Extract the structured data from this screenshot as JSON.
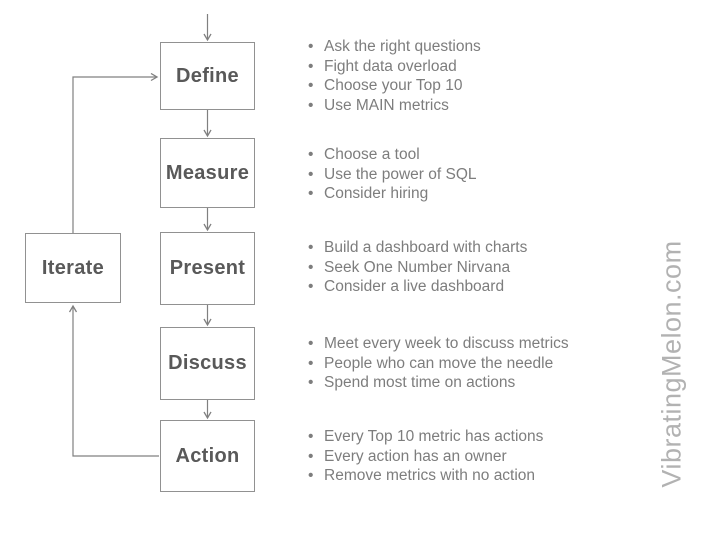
{
  "watermark": "VibratingMelon.com",
  "colors": {
    "background": "#ffffff",
    "box_border": "#919191",
    "box_label": "#595959",
    "bullet_text": "#7d7d7d",
    "connector": "#808080",
    "watermark": "#b2b2b2"
  },
  "iterate": {
    "label": "Iterate"
  },
  "steps": [
    {
      "label": "Define",
      "bullets": [
        "Ask the right questions",
        "Fight data overload",
        "Choose your Top 10",
        "Use MAIN metrics"
      ]
    },
    {
      "label": "Measure",
      "bullets": [
        "Choose a tool",
        "Use the power of SQL",
        "Consider hiring"
      ]
    },
    {
      "label": "Present",
      "bullets": [
        "Build a dashboard with charts",
        "Seek One Number Nirvana",
        "Consider a live dashboard"
      ]
    },
    {
      "label": "Discuss",
      "bullets": [
        "Meet every week to discuss metrics",
        "People who can move the needle",
        "Spend most time on actions"
      ]
    },
    {
      "label": "Action",
      "bullets": [
        "Every Top 10 metric has actions",
        "Every action has an owner",
        "Remove metrics with no action"
      ]
    }
  ]
}
